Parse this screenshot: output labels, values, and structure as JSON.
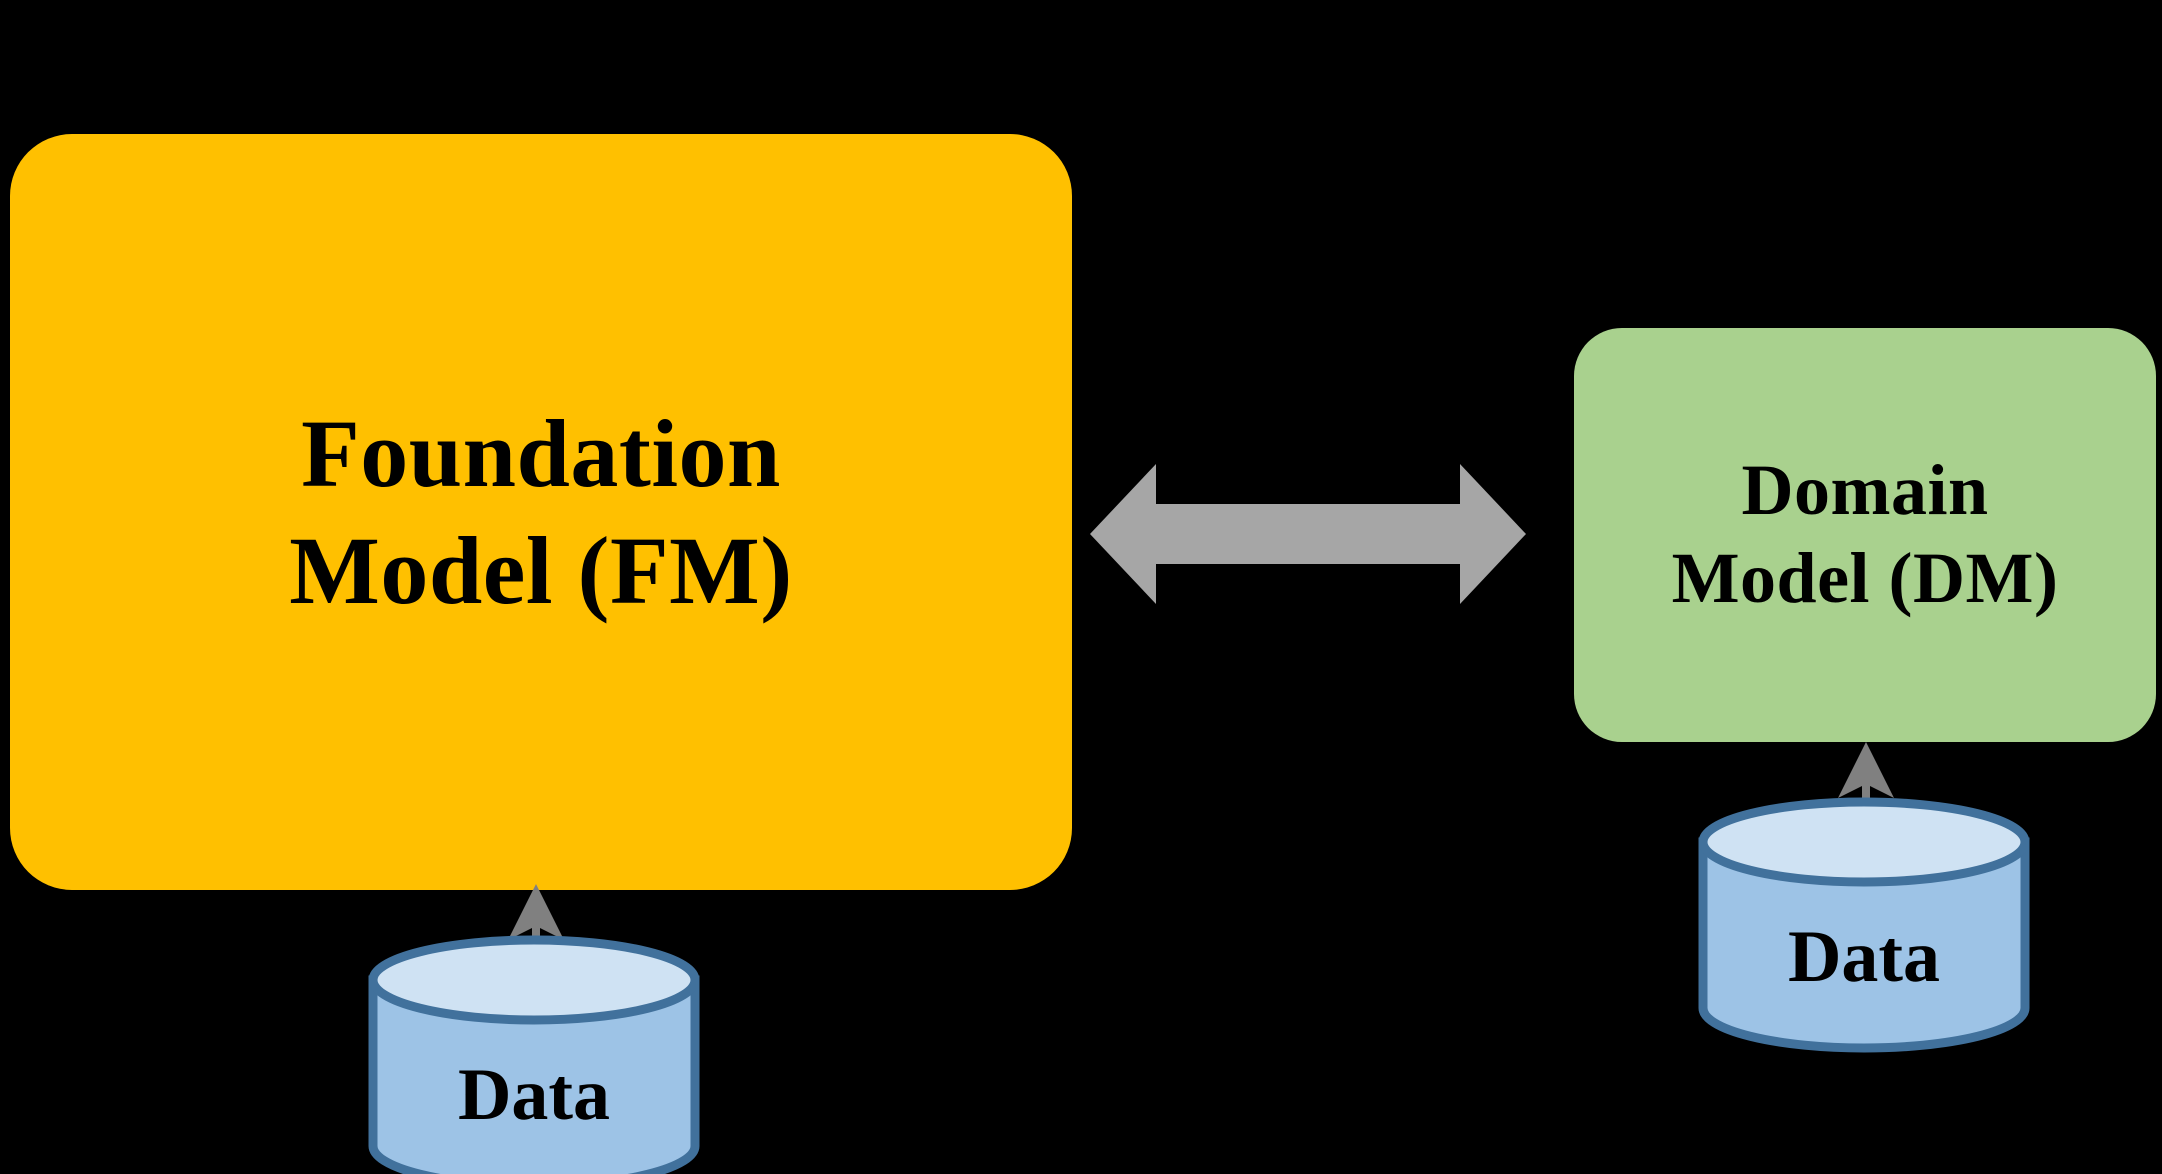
{
  "diagram": {
    "title": "Foundation Model and Domain Model relationship",
    "background_color": "#000000"
  },
  "nodes": {
    "foundation_model": {
      "label_line1": "Foundation",
      "label_line2": "Model (FM)",
      "fill_color": "#FFC000",
      "text_color": "#000000",
      "shape": "rounded-rectangle"
    },
    "domain_model": {
      "label_line1": "Domain",
      "label_line2": "Model (DM)",
      "fill_color": "#A9D18E",
      "text_color": "#000000",
      "shape": "rounded-rectangle"
    },
    "foundation_data_store": {
      "label": "Data",
      "body_color": "#9DC3E6",
      "top_color": "#CFE2F3",
      "stroke_color": "#41719C",
      "shape": "cylinder"
    },
    "domain_data_store": {
      "label": "Data",
      "body_color": "#9DC3E6",
      "top_color": "#CFE2F3",
      "stroke_color": "#41719C",
      "shape": "cylinder"
    }
  },
  "connectors": {
    "fm_dm_link": {
      "type": "double-headed-arrow",
      "direction": "bidirectional",
      "color": "#A6A6A6",
      "from": "foundation_model",
      "to": "domain_model",
      "label": ""
    },
    "fm_data_feed": {
      "type": "arrow",
      "direction": "up",
      "color": "#808080",
      "from": "foundation_data_store",
      "to": "foundation_model",
      "label": ""
    },
    "dm_data_feed": {
      "type": "arrow",
      "direction": "up",
      "color": "#808080",
      "from": "domain_data_store",
      "to": "domain_model",
      "label": ""
    }
  },
  "icons": {
    "double_arrow": "double-headed-arrow-icon",
    "up_arrow": "up-arrow-icon",
    "cylinder": "database-cylinder-icon"
  }
}
